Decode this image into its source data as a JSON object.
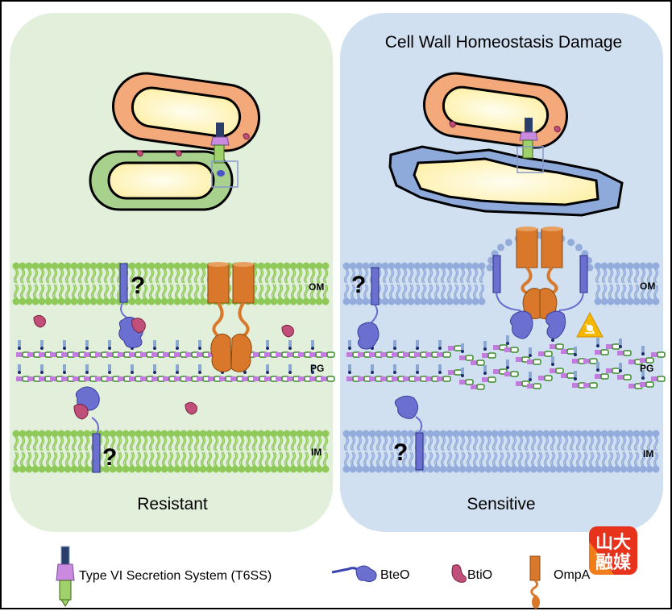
{
  "panels": {
    "left": {
      "title": "",
      "caption": "Resistant",
      "bg_color": "#e2efda",
      "membrane_color": "#8fc95a",
      "labels": {
        "om": "OM",
        "pg": "PG",
        "im": "IM"
      },
      "question_marks": [
        "?",
        "?"
      ]
    },
    "right": {
      "title": "Cell Wall Homeostasis Damage",
      "caption": "Sensitive",
      "bg_color": "#d0e0f0",
      "membrane_color": "#93acdb",
      "labels": {
        "om": "OM",
        "pg": "PG",
        "im": "IM"
      },
      "question_marks": [
        "?",
        "?"
      ],
      "warning_icon": "toxic-hazard-icon"
    }
  },
  "legend": {
    "items": [
      {
        "icon": "t6ss-icon",
        "label": "Type VI Secretion System (T6SS)"
      },
      {
        "icon": "bteo-icon",
        "label": "BteO"
      },
      {
        "icon": "btio-icon",
        "label": "BtiO"
      },
      {
        "icon": "ompa-icon",
        "label": "OmpA"
      }
    ]
  },
  "watermark": {
    "line1": "山大",
    "line2": "融媒"
  },
  "colors": {
    "attacker_cell": "#f4a97a",
    "resistant_cell": "#a9d18e",
    "sensitive_cell": "#8eaadb",
    "cytoplasm": "#fff6c8",
    "bteo": "#6a6fd0",
    "btio": "#c0507a",
    "ompa": "#d9782b",
    "pg_sugar": "#c07ddd",
    "pg_link": "#3a8a2a"
  }
}
